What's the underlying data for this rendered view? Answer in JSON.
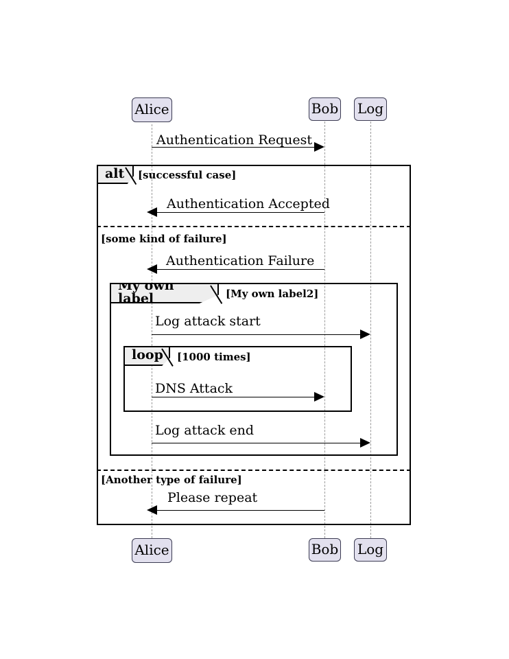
{
  "diagram": {
    "type": "uml-sequence-diagram",
    "background": "#ffffff",
    "participant_fill": "#e2e0ee",
    "participant_border": "#3b3b52",
    "fragment_tag_fill": "#eeeeee",
    "line_color": "#000000",
    "lifeline_color": "#9a9a9a"
  },
  "participants": [
    {
      "id": "alice",
      "label": "Alice"
    },
    {
      "id": "bob",
      "label": "Bob"
    },
    {
      "id": "log",
      "label": "Log"
    }
  ],
  "participants_bottom": [
    {
      "id": "alice-bottom",
      "label": "Alice"
    },
    {
      "id": "bob-bottom",
      "label": "Bob"
    },
    {
      "id": "log-bottom",
      "label": "Log"
    }
  ],
  "messages": [
    {
      "id": "m1",
      "label": "Authentication Request",
      "from": "alice",
      "to": "bob",
      "direction": "right"
    },
    {
      "id": "m2",
      "label": "Authentication Accepted",
      "from": "bob",
      "to": "alice",
      "direction": "left"
    },
    {
      "id": "m3",
      "label": "Authentication Failure",
      "from": "bob",
      "to": "alice",
      "direction": "left"
    },
    {
      "id": "m4",
      "label": "Log attack start",
      "from": "alice",
      "to": "log",
      "direction": "right"
    },
    {
      "id": "m5",
      "label": "DNS Attack",
      "from": "alice",
      "to": "bob",
      "direction": "right"
    },
    {
      "id": "m6",
      "label": "Log attack end",
      "from": "alice",
      "to": "log",
      "direction": "right"
    },
    {
      "id": "m7",
      "label": "Please repeat",
      "from": "bob",
      "to": "alice",
      "direction": "left"
    }
  ],
  "fragments": [
    {
      "id": "alt-fragment",
      "operator": "alt",
      "guards": [
        "[successful case]",
        "[some kind of failure]",
        "[Another type of failure]"
      ]
    },
    {
      "id": "my-own-label-fragment",
      "operator": "My own label",
      "guards": [
        "[My own label2]"
      ]
    },
    {
      "id": "loop-fragment",
      "operator": "loop",
      "guards": [
        "[1000 times]"
      ]
    }
  ]
}
